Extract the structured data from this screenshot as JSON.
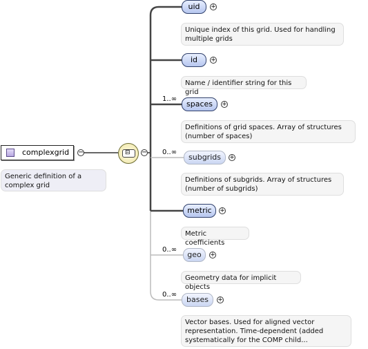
{
  "root": {
    "name": "complexgrid",
    "doc": "Generic definition of a complex grid",
    "collapse_symbol": "−",
    "icon": "complex-type-icon"
  },
  "sequence": {
    "icon": "sequence-compositor-icon",
    "symbol": "⊟",
    "collapse_symbol": "−"
  },
  "children": [
    {
      "name": "uid",
      "required": true,
      "cardinality": "",
      "expand_symbol": "+",
      "doc": "Unique index of this grid. Used for handling multiple grids"
    },
    {
      "name": "id",
      "required": true,
      "cardinality": "",
      "expand_symbol": "+",
      "doc": "Name / identifier string for this grid"
    },
    {
      "name": "spaces",
      "required": true,
      "cardinality": "1..∞",
      "expand_symbol": "+",
      "doc": "Definitions of grid spaces. Array of structures (number of spaces)"
    },
    {
      "name": "subgrids",
      "required": false,
      "cardinality": "0..∞",
      "expand_symbol": "+",
      "doc": "Definitions of subgrids. Array of structures (number of subgrids)"
    },
    {
      "name": "metric",
      "required": true,
      "cardinality": "",
      "expand_symbol": "+",
      "doc": "Metric coefficients"
    },
    {
      "name": "geo",
      "required": false,
      "cardinality": "0..∞",
      "expand_symbol": "+",
      "doc": "Geometry data for implicit objects"
    },
    {
      "name": "bases",
      "required": false,
      "cardinality": "0..∞",
      "expand_symbol": "+",
      "doc": "Vector bases. Used for aligned vector representation. Time-dependent (added systematically for the COMP child..."
    }
  ]
}
